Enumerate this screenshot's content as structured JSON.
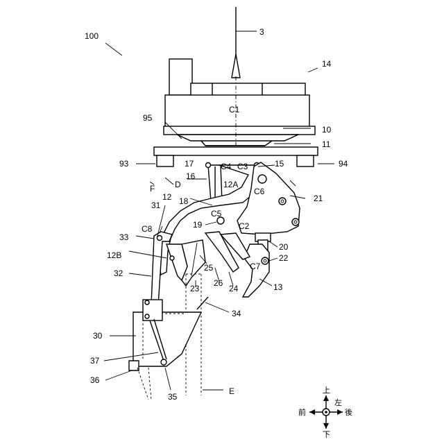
{
  "labels": {
    "l100": "100",
    "l3": "3",
    "l14": "14",
    "c1": "C1",
    "l95": "95",
    "l10": "10",
    "l11": "11",
    "l93": "93",
    "l17": "17",
    "c4": "C4",
    "c3": "C3",
    "l15": "15",
    "l94": "94",
    "l16": "16",
    "d": "D",
    "f": "F",
    "l12a": "12A",
    "c6": "C6",
    "l21": "21",
    "l12": "12",
    "l18": "18",
    "l31": "31",
    "c5": "C5",
    "l19": "19",
    "c2": "C2",
    "c8": "C8",
    "l33": "33",
    "l20": "20",
    "l12b": "12B",
    "l22": "22",
    "c7": "C7",
    "l25": "25",
    "l32": "32",
    "l26": "26",
    "l23": "23",
    "l24": "24",
    "l13": "13",
    "l34": "34",
    "l30": "30",
    "l37": "37",
    "l36": "36",
    "l35": "35",
    "e": "E"
  },
  "compass": {
    "up": "上",
    "down": "下",
    "front": "前",
    "back": "後",
    "left": "左"
  }
}
